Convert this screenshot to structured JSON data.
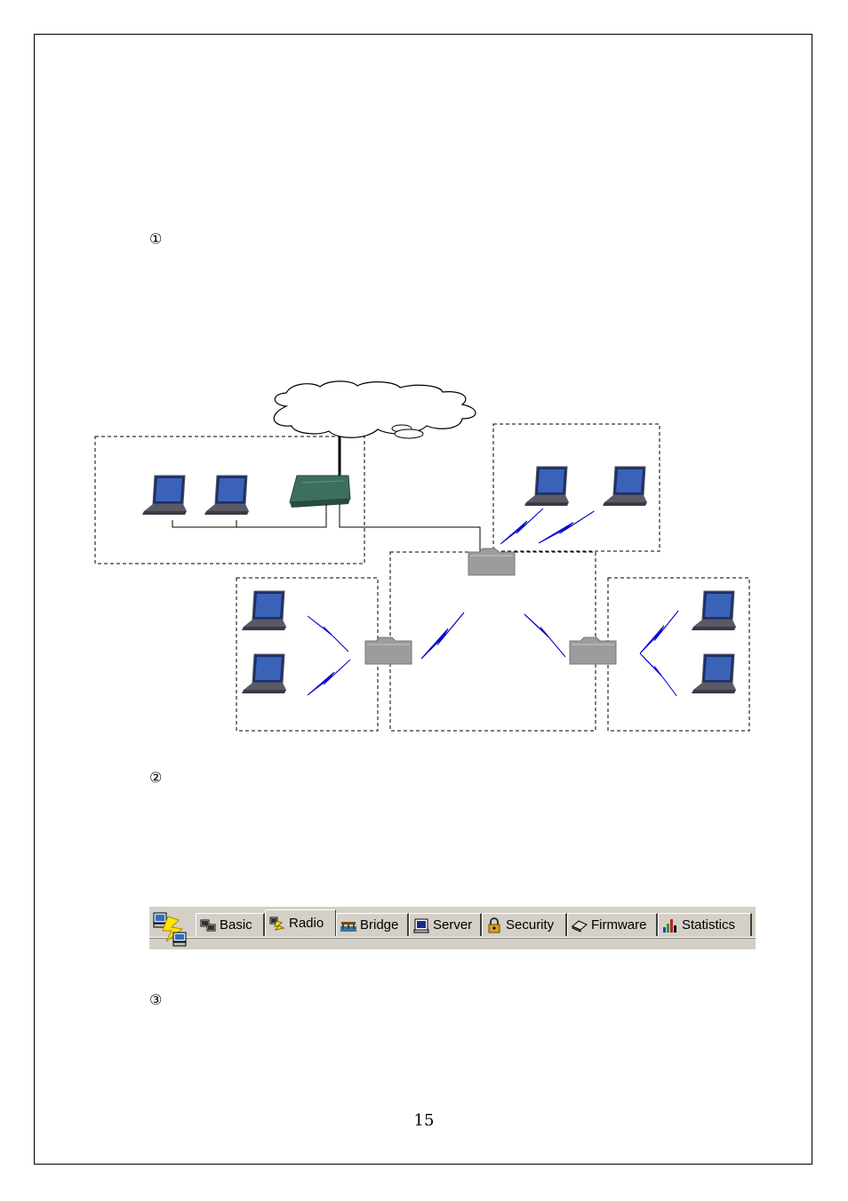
{
  "markers": {
    "m1": "①",
    "m2": "②",
    "m3": "③"
  },
  "diagram": {
    "nodes": [
      "cloud-icon",
      "laptop-icon",
      "modem-icon",
      "access-point-icon",
      "wireless-link-icon"
    ],
    "link_color": "#0000ff"
  },
  "tabbar": {
    "app_icon": "network-computers-icon",
    "tabs": [
      {
        "label": "Basic",
        "icon": "basic-icon"
      },
      {
        "label": "Radio",
        "icon": "radio-icon",
        "active": true
      },
      {
        "label": "Bridge",
        "icon": "bridge-icon"
      },
      {
        "label": "Server",
        "icon": "server-icon"
      },
      {
        "label": "Security",
        "icon": "lock-icon"
      },
      {
        "label": "Firmware",
        "icon": "chip-icon"
      },
      {
        "label": "Statistics",
        "icon": "bar-chart-icon"
      }
    ]
  },
  "page_number": "15"
}
